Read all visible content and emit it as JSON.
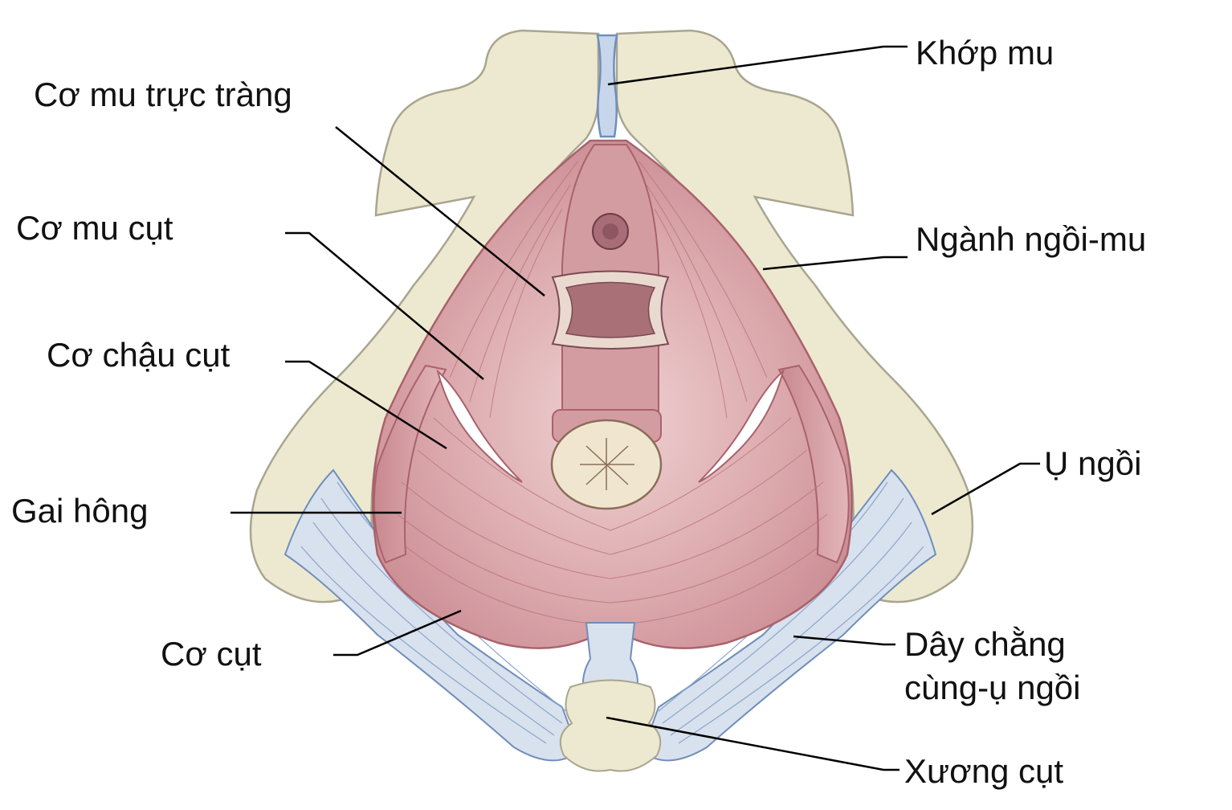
{
  "colors": {
    "bone_fill": "#ede9d0",
    "bone_stroke": "#a9a58f",
    "muscle_fill": "#d7a2a6",
    "muscle_stroke": "#a9626b",
    "ligament_fill": "#d8e1ee",
    "ligament_stroke": "#6f8fba",
    "leader_line": "#000000",
    "label_text": "#111111"
  },
  "labels": {
    "pubic_symphysis": "Khớp mu",
    "puborectalis": "Cơ mu trực tràng",
    "pubococcygeus": "Cơ mu cụt",
    "ischiopubic_ramus": "Ngành ngồi-mu",
    "iliococcygeus": "Cơ chậu cụt",
    "ischial_tuberosity": "Ụ ngồi",
    "ischial_spine": "Gai hông",
    "coccygeus": "Cơ cụt",
    "sacrospinous_ligament_line1": "Dây chằng",
    "sacrospinous_ligament_line2": "cùng-ụ ngồi",
    "coccyx": "Xương cụt"
  }
}
